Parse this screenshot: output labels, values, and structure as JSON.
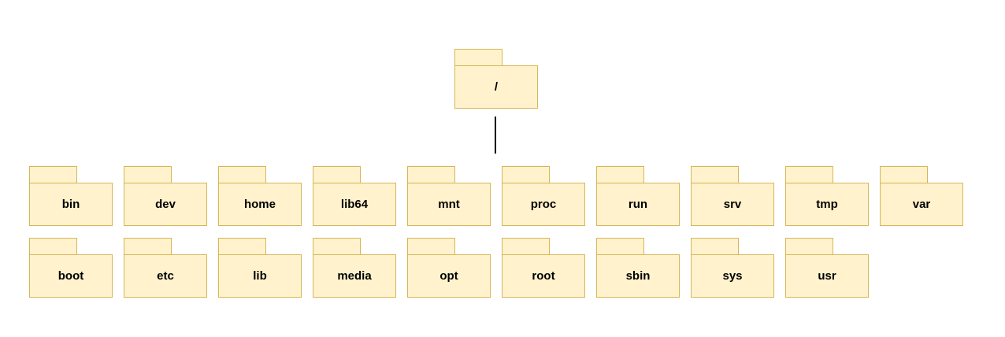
{
  "colors": {
    "background": "#FFFFFF",
    "folder_fill": "#FFF2CC",
    "folder_stroke": "#D6B656",
    "label": "#000000",
    "connector": "#000000"
  },
  "root_folder": {
    "label": "/"
  },
  "rows": [
    {
      "folders": [
        "bin",
        "dev",
        "home",
        "lib64",
        "mnt",
        "proc",
        "run",
        "srv",
        "tmp",
        "var"
      ]
    },
    {
      "folders": [
        "boot",
        "etc",
        "lib",
        "media",
        "opt",
        "root",
        "sbin",
        "sys",
        "usr"
      ]
    }
  ]
}
